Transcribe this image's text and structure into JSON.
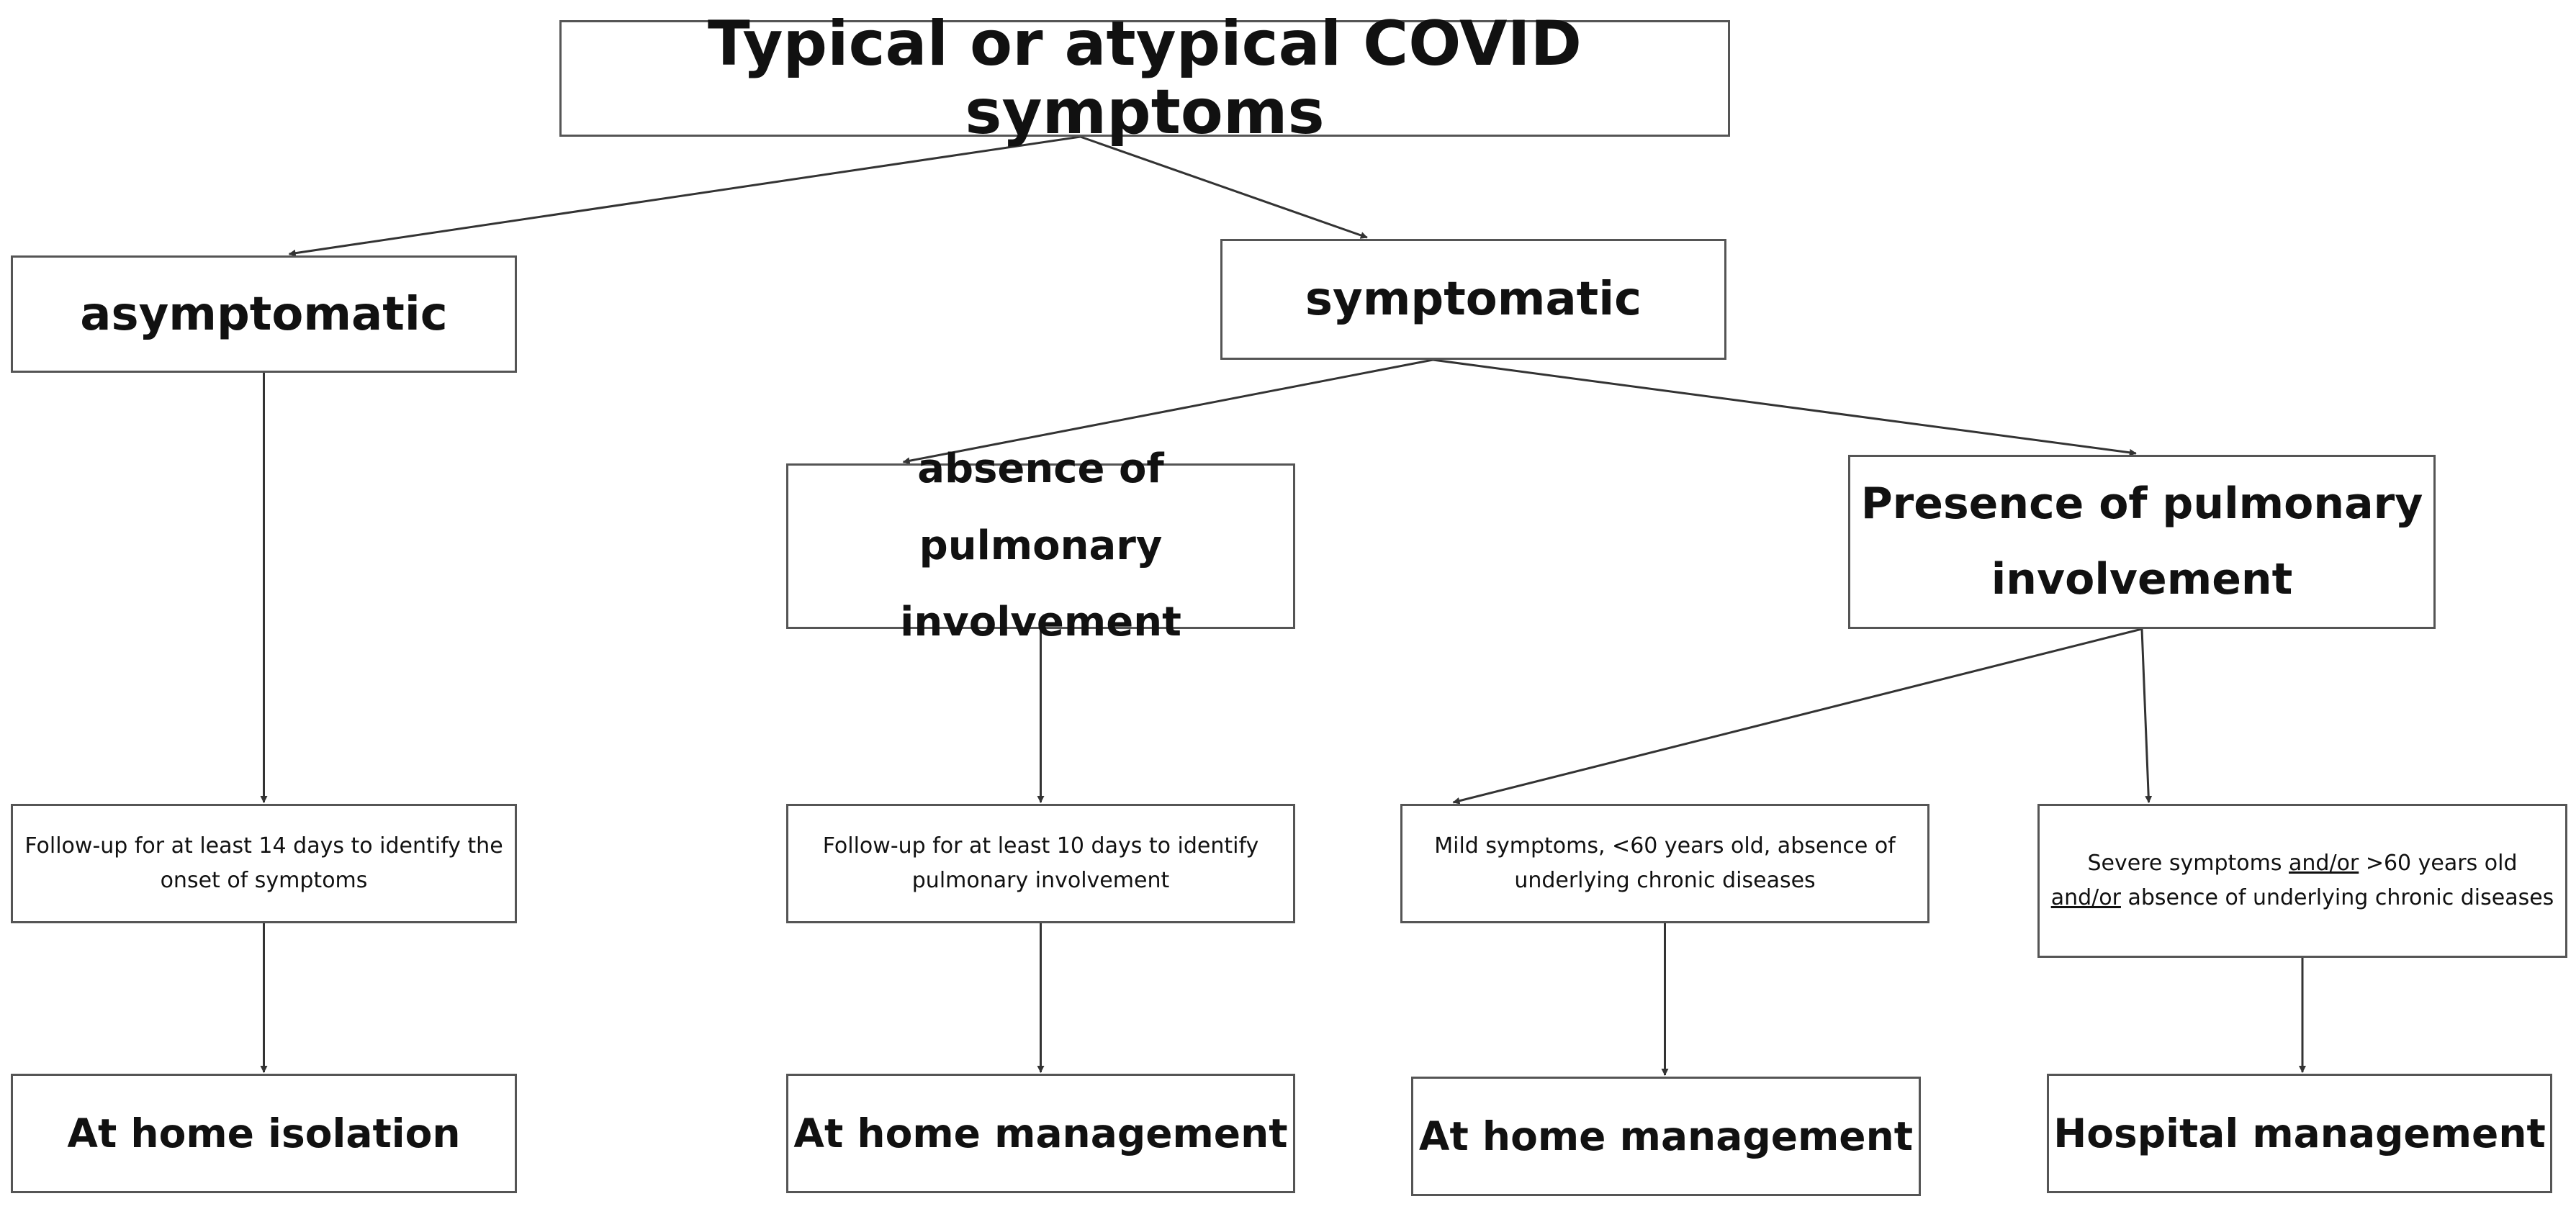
{
  "nodes": {
    "root": "Typical or atypical COVID symptoms",
    "asymptomatic": "asymptomatic",
    "symptomatic": "symptomatic",
    "absence": "absence of pulmonary involvement",
    "presence": "Presence of pulmonary involvement",
    "followup14": "Follow-up for at least 14 days to identify the onset of symptoms",
    "followup10": "Follow-up for at least 10 days to identify pulmonary involvement",
    "mild": "Mild symptoms, <60 years old, absence of underlying chronic diseases",
    "severe": {
      "p1": "Severe symptoms ",
      "p2": "and/or",
      "p3": " >60 years old ",
      "p4": "and/or",
      "p5": " absence of underlying chronic diseases"
    },
    "home_isolation": "At home isolation",
    "home_mgmt_1": "At home management",
    "home_mgmt_2": "At home management",
    "hospital": "Hospital management"
  },
  "edges": [
    [
      "root",
      "asymptomatic"
    ],
    [
      "root",
      "symptomatic"
    ],
    [
      "asymptomatic",
      "followup14"
    ],
    [
      "followup14",
      "home_isolation"
    ],
    [
      "symptomatic",
      "absence"
    ],
    [
      "symptomatic",
      "presence"
    ],
    [
      "absence",
      "followup10"
    ],
    [
      "followup10",
      "home_mgmt_1"
    ],
    [
      "presence",
      "mild"
    ],
    [
      "presence",
      "severe"
    ],
    [
      "mild",
      "home_mgmt_2"
    ],
    [
      "severe",
      "hospital"
    ]
  ],
  "colors": {
    "line": "#333333",
    "border": "#555555"
  }
}
